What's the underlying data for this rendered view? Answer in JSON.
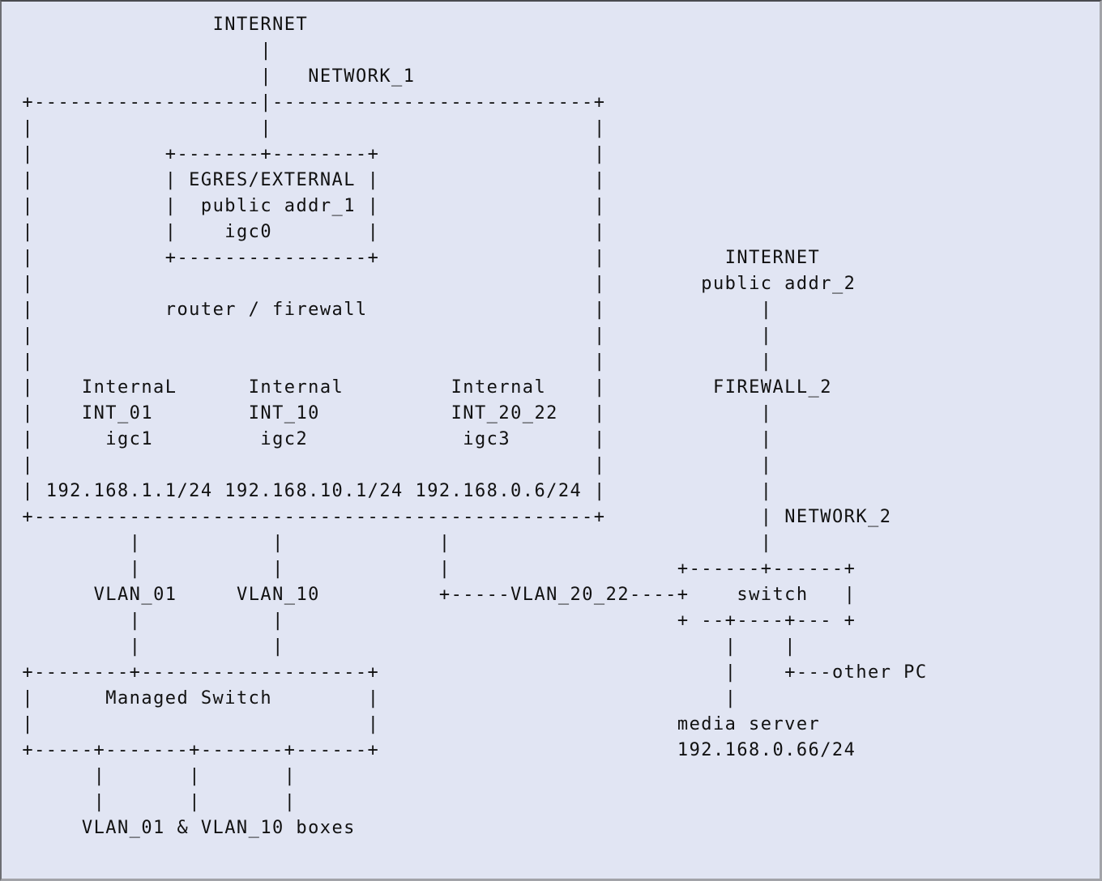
{
  "diagram": {
    "title": "Network topology ASCII diagram",
    "segments": [
      {
        "row": 0,
        "col": 18,
        "name": "internet-label-1",
        "text": "INTERNET"
      },
      {
        "row": 1,
        "col": 22,
        "name": "uplink-line",
        "text": "|"
      },
      {
        "row": 2,
        "col": 22,
        "name": "uplink-line",
        "text": "|"
      },
      {
        "row": 2,
        "col": 26,
        "name": "network-1-label",
        "text": "NETWORK_1"
      },
      {
        "row": 3,
        "col": 2,
        "name": "router-box-top-border",
        "text": "+-------------------|---------------------------+"
      },
      {
        "row": 4,
        "col": 2,
        "name": "router-box-left-border",
        "text": "|"
      },
      {
        "row": 4,
        "col": 22,
        "name": "uplink-line",
        "text": "|"
      },
      {
        "row": 4,
        "col": 50,
        "name": "router-box-right-border",
        "text": "|"
      },
      {
        "row": 5,
        "col": 2,
        "name": "router-box-left-border",
        "text": "|"
      },
      {
        "row": 5,
        "col": 14,
        "name": "egress-box-top-border",
        "text": "+-------+--------+"
      },
      {
        "row": 5,
        "col": 50,
        "name": "router-box-right-border",
        "text": "|"
      },
      {
        "row": 6,
        "col": 2,
        "name": "router-box-left-border",
        "text": "|"
      },
      {
        "row": 6,
        "col": 14,
        "name": "egress-box-label",
        "text": "| EGRES/EXTERNAL |"
      },
      {
        "row": 6,
        "col": 50,
        "name": "router-box-right-border",
        "text": "|"
      },
      {
        "row": 7,
        "col": 2,
        "name": "router-box-left-border",
        "text": "|"
      },
      {
        "row": 7,
        "col": 14,
        "name": "egress-public-addr",
        "text": "|  public addr_1 |"
      },
      {
        "row": 7,
        "col": 50,
        "name": "router-box-right-border",
        "text": "|"
      },
      {
        "row": 8,
        "col": 2,
        "name": "router-box-left-border",
        "text": "|"
      },
      {
        "row": 8,
        "col": 14,
        "name": "egress-interface",
        "text": "|    igc0        |"
      },
      {
        "row": 8,
        "col": 50,
        "name": "router-box-right-border",
        "text": "|"
      },
      {
        "row": 9,
        "col": 2,
        "name": "router-box-left-border",
        "text": "|"
      },
      {
        "row": 9,
        "col": 14,
        "name": "egress-box-bottom-border",
        "text": "+----------------+"
      },
      {
        "row": 9,
        "col": 50,
        "name": "router-box-right-border",
        "text": "|"
      },
      {
        "row": 9,
        "col": 61,
        "name": "internet-label-2",
        "text": "INTERNET"
      },
      {
        "row": 10,
        "col": 2,
        "name": "router-box-left-border",
        "text": "|"
      },
      {
        "row": 10,
        "col": 50,
        "name": "router-box-right-border",
        "text": "|"
      },
      {
        "row": 10,
        "col": 59,
        "name": "public-addr-2-label",
        "text": "public addr_2"
      },
      {
        "row": 11,
        "col": 2,
        "name": "router-box-left-border",
        "text": "|"
      },
      {
        "row": 11,
        "col": 14,
        "name": "router-firewall-label",
        "text": "router / firewall"
      },
      {
        "row": 11,
        "col": 50,
        "name": "router-box-right-border",
        "text": "|"
      },
      {
        "row": 11,
        "col": 64,
        "name": "network-2-line",
        "text": "|"
      },
      {
        "row": 12,
        "col": 2,
        "name": "router-box-left-border",
        "text": "|"
      },
      {
        "row": 12,
        "col": 50,
        "name": "router-box-right-border",
        "text": "|"
      },
      {
        "row": 12,
        "col": 64,
        "name": "network-2-line",
        "text": "|"
      },
      {
        "row": 13,
        "col": 2,
        "name": "router-box-left-border",
        "text": "|"
      },
      {
        "row": 13,
        "col": 50,
        "name": "router-box-right-border",
        "text": "|"
      },
      {
        "row": 13,
        "col": 64,
        "name": "network-2-line",
        "text": "|"
      },
      {
        "row": 14,
        "col": 2,
        "name": "router-box-left-border",
        "text": "|"
      },
      {
        "row": 14,
        "col": 7,
        "name": "int-01-type",
        "text": "InternaL"
      },
      {
        "row": 14,
        "col": 21,
        "name": "int-10-type",
        "text": "Internal"
      },
      {
        "row": 14,
        "col": 38,
        "name": "int-20-22-type",
        "text": "Internal"
      },
      {
        "row": 14,
        "col": 50,
        "name": "router-box-right-border",
        "text": "|"
      },
      {
        "row": 14,
        "col": 60,
        "name": "firewall-2-label",
        "text": "FIREWALL_2"
      },
      {
        "row": 15,
        "col": 2,
        "name": "router-box-left-border",
        "text": "|"
      },
      {
        "row": 15,
        "col": 7,
        "name": "int-01-name",
        "text": "INT_01"
      },
      {
        "row": 15,
        "col": 21,
        "name": "int-10-name",
        "text": "INT_10"
      },
      {
        "row": 15,
        "col": 38,
        "name": "int-20-22-name",
        "text": "INT_20_22"
      },
      {
        "row": 15,
        "col": 50,
        "name": "router-box-right-border",
        "text": "|"
      },
      {
        "row": 15,
        "col": 64,
        "name": "network-2-line",
        "text": "|"
      },
      {
        "row": 16,
        "col": 2,
        "name": "router-box-left-border",
        "text": "|"
      },
      {
        "row": 16,
        "col": 9,
        "name": "int-01-interface",
        "text": "igc1"
      },
      {
        "row": 16,
        "col": 22,
        "name": "int-10-interface",
        "text": "igc2"
      },
      {
        "row": 16,
        "col": 39,
        "name": "int-20-22-interface",
        "text": "igc3"
      },
      {
        "row": 16,
        "col": 50,
        "name": "router-box-right-border",
        "text": "|"
      },
      {
        "row": 16,
        "col": 64,
        "name": "network-2-line",
        "text": "|"
      },
      {
        "row": 17,
        "col": 2,
        "name": "router-box-left-border",
        "text": "|"
      },
      {
        "row": 17,
        "col": 50,
        "name": "router-box-right-border",
        "text": "|"
      },
      {
        "row": 17,
        "col": 64,
        "name": "network-2-line",
        "text": "|"
      },
      {
        "row": 18,
        "col": 2,
        "name": "router-box-left-border",
        "text": "|"
      },
      {
        "row": 18,
        "col": 4,
        "name": "int-01-address",
        "text": "192.168.1.1/24"
      },
      {
        "row": 18,
        "col": 19,
        "name": "int-10-address",
        "text": "192.168.10.1/24"
      },
      {
        "row": 18,
        "col": 35,
        "name": "int-20-22-address",
        "text": "192.168.0.6/24"
      },
      {
        "row": 18,
        "col": 50,
        "name": "router-box-right-border",
        "text": "|"
      },
      {
        "row": 18,
        "col": 64,
        "name": "network-2-line",
        "text": "|"
      },
      {
        "row": 19,
        "col": 2,
        "name": "router-box-bottom-border",
        "text": "+-----------------------------------------------+"
      },
      {
        "row": 19,
        "col": 64,
        "name": "network-2-line",
        "text": "|"
      },
      {
        "row": 19,
        "col": 66,
        "name": "network-2-label",
        "text": "NETWORK_2"
      },
      {
        "row": 20,
        "col": 11,
        "name": "vlan-01-line",
        "text": "|"
      },
      {
        "row": 20,
        "col": 23,
        "name": "vlan-10-line",
        "text": "|"
      },
      {
        "row": 20,
        "col": 37,
        "name": "vlan-20-22-line",
        "text": "|"
      },
      {
        "row": 20,
        "col": 64,
        "name": "network-2-line",
        "text": "|"
      },
      {
        "row": 21,
        "col": 11,
        "name": "vlan-01-line",
        "text": "|"
      },
      {
        "row": 21,
        "col": 23,
        "name": "vlan-10-line",
        "text": "|"
      },
      {
        "row": 21,
        "col": 37,
        "name": "vlan-20-22-line",
        "text": "|"
      },
      {
        "row": 21,
        "col": 57,
        "name": "switch-box-top-border",
        "text": "+------+------+"
      },
      {
        "row": 22,
        "col": 8,
        "name": "vlan-01-label",
        "text": "VLAN_01"
      },
      {
        "row": 22,
        "col": 20,
        "name": "vlan-10-label",
        "text": "VLAN_10"
      },
      {
        "row": 22,
        "col": 37,
        "name": "vlan-20-22-link",
        "text": "+-----VLAN_20_22----+"
      },
      {
        "row": 22,
        "col": 62,
        "name": "switch-label",
        "text": "switch"
      },
      {
        "row": 22,
        "col": 71,
        "name": "switch-box-right-border",
        "text": "|"
      },
      {
        "row": 23,
        "col": 11,
        "name": "vlan-01-line",
        "text": "|"
      },
      {
        "row": 23,
        "col": 23,
        "name": "vlan-10-line",
        "text": "|"
      },
      {
        "row": 23,
        "col": 57,
        "name": "switch-box-bottom-border",
        "text": "+ --+----+--- +"
      },
      {
        "row": 24,
        "col": 11,
        "name": "vlan-01-line",
        "text": "|"
      },
      {
        "row": 24,
        "col": 23,
        "name": "vlan-10-line",
        "text": "|"
      },
      {
        "row": 24,
        "col": 61,
        "name": "media-server-line",
        "text": "|"
      },
      {
        "row": 24,
        "col": 66,
        "name": "other-pc-line",
        "text": "|"
      },
      {
        "row": 25,
        "col": 2,
        "name": "managed-switch-top-border",
        "text": "+--------+-------------------+"
      },
      {
        "row": 25,
        "col": 61,
        "name": "media-server-line",
        "text": "|"
      },
      {
        "row": 25,
        "col": 66,
        "name": "other-pc-label",
        "text": "+---other PC"
      },
      {
        "row": 26,
        "col": 2,
        "name": "managed-switch-left-border",
        "text": "|"
      },
      {
        "row": 26,
        "col": 9,
        "name": "managed-switch-label",
        "text": "Managed Switch"
      },
      {
        "row": 26,
        "col": 31,
        "name": "managed-switch-right-border",
        "text": "|"
      },
      {
        "row": 26,
        "col": 61,
        "name": "media-server-line",
        "text": "|"
      },
      {
        "row": 27,
        "col": 2,
        "name": "managed-switch-left-border",
        "text": "|"
      },
      {
        "row": 27,
        "col": 31,
        "name": "managed-switch-right-border",
        "text": "|"
      },
      {
        "row": 27,
        "col": 57,
        "name": "media-server-label",
        "text": "media server"
      },
      {
        "row": 28,
        "col": 2,
        "name": "managed-switch-bottom-border",
        "text": "+-----+-------+-------+------+"
      },
      {
        "row": 28,
        "col": 57,
        "name": "media-server-address",
        "text": "192.168.0.66/24"
      },
      {
        "row": 29,
        "col": 8,
        "name": "vlan-box-line",
        "text": "|"
      },
      {
        "row": 29,
        "col": 16,
        "name": "vlan-box-line",
        "text": "|"
      },
      {
        "row": 29,
        "col": 24,
        "name": "vlan-box-line",
        "text": "|"
      },
      {
        "row": 30,
        "col": 8,
        "name": "vlan-box-line",
        "text": "|"
      },
      {
        "row": 30,
        "col": 16,
        "name": "vlan-box-line",
        "text": "|"
      },
      {
        "row": 30,
        "col": 24,
        "name": "vlan-box-line",
        "text": "|"
      },
      {
        "row": 31,
        "col": 7,
        "name": "vlan-boxes-label",
        "text": "VLAN_01 & VLAN_10 boxes"
      }
    ]
  }
}
